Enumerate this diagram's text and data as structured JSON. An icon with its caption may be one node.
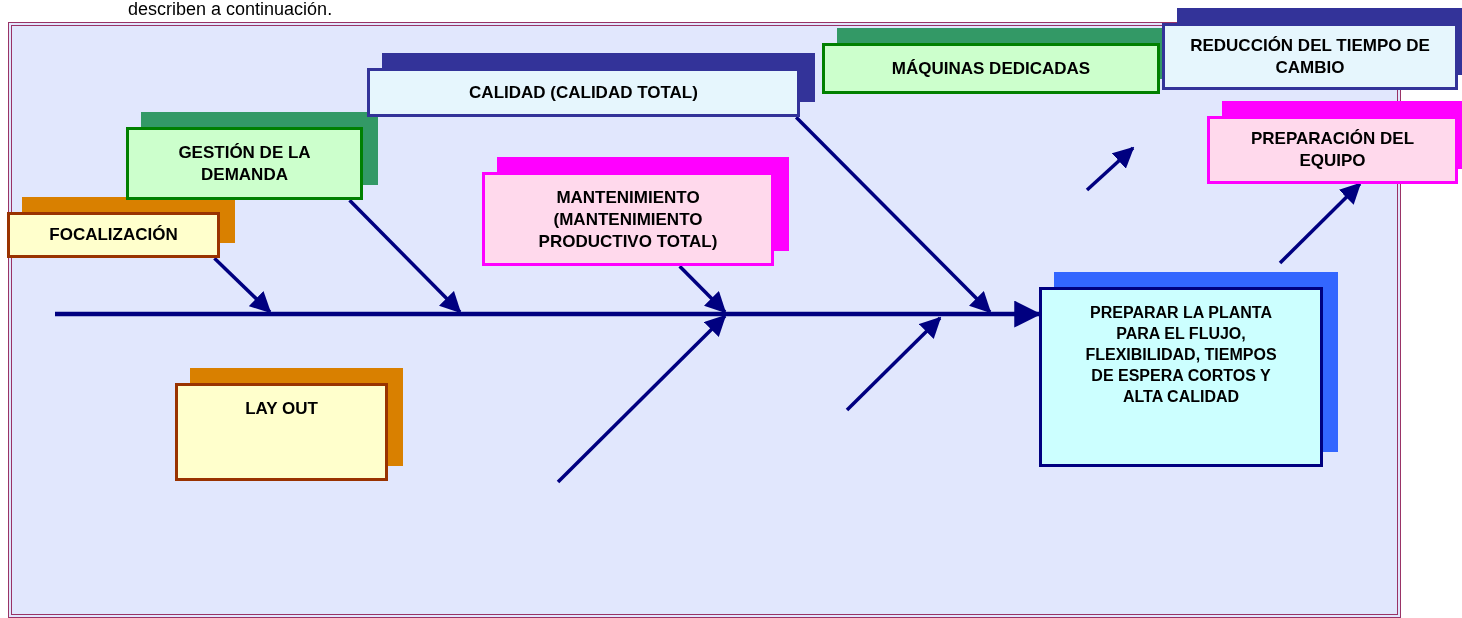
{
  "diagram": {
    "nodes": [
      {
        "text": [
          "FOCALIZACIÓN"
        ]
      },
      {
        "text": [
          "GESTIÓN DE LA DEMANDA"
        ]
      },
      {
        "text": [
          "CALIDAD (CALIDAD TOTAL)"
        ]
      },
      {
        "text": [
          "MANTENIMIENTO (MANTENIMIENTO PRODUCTIVO TOTAL)"
        ]
      },
      {
        "text": [
          "MÁQUINAS DEDICADAS"
        ]
      },
      {
        "text": [
          "REDUCCIÓN DEL TIEMPO DE CAMBIO"
        ]
      },
      {
        "text": [
          "PREPARACIÓN DEL EQUIPO"
        ]
      },
      {
        "text": [
          "LAY OUT"
        ]
      },
      {
        "text": [
          "PREPARAR LA PLANTA PARA EL FLUJO, FLEXIBILIDAD, TIEMPOS DE ESPERA CORTOS Y ALTA CALIDAD"
        ]
      }
    ],
    "edges": [
      {
        "from": null,
        "to": 8,
        "arrow": "to"
      },
      {
        "from": 0,
        "to": null,
        "arrow": "to"
      },
      {
        "from": 1,
        "to": null,
        "arrow": "to"
      },
      {
        "from": 3,
        "to": null,
        "arrow": "to"
      },
      {
        "from": 2,
        "to": null,
        "arrow": "to"
      },
      {
        "from": null,
        "to": 6,
        "arrow": "to"
      }
    ],
    "labels": [
      "describen a continuación."
    ]
  }
}
